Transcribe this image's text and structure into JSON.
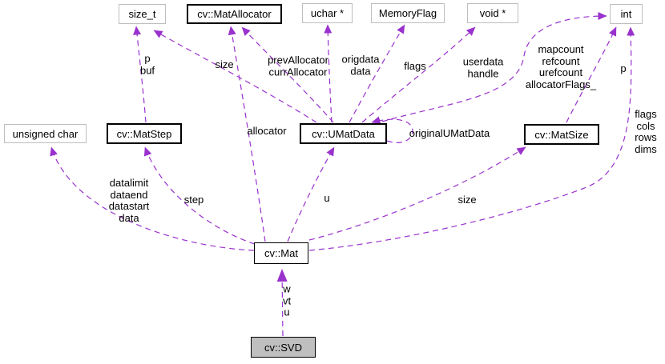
{
  "diagram_type": "collaboration-graph",
  "nodes": {
    "size_t": "size_t",
    "mat_allocator": "cv::MatAllocator",
    "uchar_ptr": "uchar *",
    "memory_flag": "MemoryFlag",
    "void_ptr": "void *",
    "int_": "int",
    "unsigned_char": "unsigned char",
    "mat_step": "cv::MatStep",
    "umat_data": "cv::UMatData",
    "mat_size": "cv::MatSize",
    "mat": "cv::Mat",
    "svd": "cv::SVD"
  },
  "labels": {
    "p_buf": "p\nbuf",
    "size_umat": "size",
    "prev_curr_allocator": "prevAllocator\ncurrAllocator",
    "origdata_data": "origdata\ndata",
    "flags_umat": "flags",
    "userdata_handle": "userdata\nhandle",
    "umat_counts": "mapcount\nrefcount\nurefcount\nallocatorFlags_",
    "p_matsize": "p",
    "allocator": "allocator",
    "original_umatdata": "originalUMatData",
    "mat_int_fields": "flags\ncols\nrows\ndims",
    "mat_data_fields": "datalimit\ndataend\ndatastart\ndata",
    "step": "step",
    "u": "u",
    "size_mat": "size",
    "svd_fields": "w\nvt\nu"
  },
  "colors": {
    "edge": "#9a32cd",
    "class_border": "#000000",
    "plain_border": "#bebebe",
    "current_fill": "#bfbfbf",
    "background": "#ffffff"
  }
}
